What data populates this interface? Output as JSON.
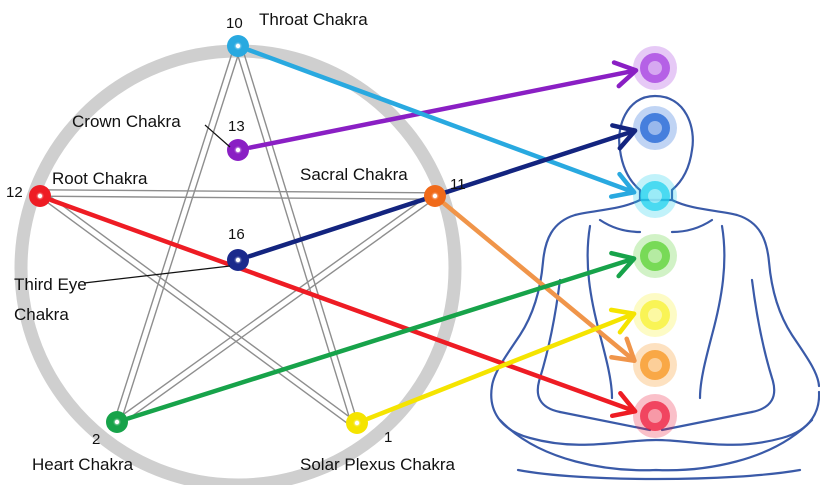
{
  "colors": {
    "ring": "#cfcfcf",
    "star_outline": "#8e8e8e",
    "figure": "#3a5aa8"
  },
  "nodes": {
    "throat": {
      "number": "10",
      "label": "Throat Chakra",
      "color": "#29a9e0"
    },
    "crown": {
      "number": "13",
      "label": "Crown Chakra",
      "color": "#8a1fc4"
    },
    "root": {
      "number": "12",
      "label": "Root Chakra",
      "color": "#ee1c24"
    },
    "sacral": {
      "number": "11",
      "label": "Sacral Chakra",
      "color": "#f06a1a"
    },
    "third_eye": {
      "number": "16",
      "label_line1": "Third Eye",
      "label_line2": "Chakra",
      "color": "#1b2a8c"
    },
    "heart": {
      "number": "2",
      "label": "Heart Chakra",
      "color": "#17a34a"
    },
    "solar": {
      "number": "1",
      "label": "Solar Plexus Chakra",
      "color": "#f5e400"
    }
  },
  "body_chakras": [
    {
      "id": "crown",
      "color": "#a43de0"
    },
    {
      "id": "thirdeye",
      "color": "#1d63d6"
    },
    {
      "id": "throat",
      "color": "#21d2ee"
    },
    {
      "id": "heart",
      "color": "#5ad132"
    },
    {
      "id": "solar",
      "color": "#f7f230"
    },
    {
      "id": "sacral",
      "color": "#f7941d"
    },
    {
      "id": "root",
      "color": "#ee1c3c"
    }
  ],
  "arrows": [
    {
      "from": "crown",
      "to": "crown",
      "color": "#8a1fc4"
    },
    {
      "from": "throat",
      "to": "throat",
      "color": "#29a9e0"
    },
    {
      "from": "third_eye",
      "to": "thirdeye",
      "color": "#13247f"
    },
    {
      "from": "sacral",
      "to": "sacral",
      "color": "#f0954a"
    },
    {
      "from": "root",
      "to": "root",
      "color": "#ee1c24"
    },
    {
      "from": "heart",
      "to": "heart",
      "color": "#17a34a"
    },
    {
      "from": "solar",
      "to": "solar",
      "color": "#f5e400"
    }
  ]
}
